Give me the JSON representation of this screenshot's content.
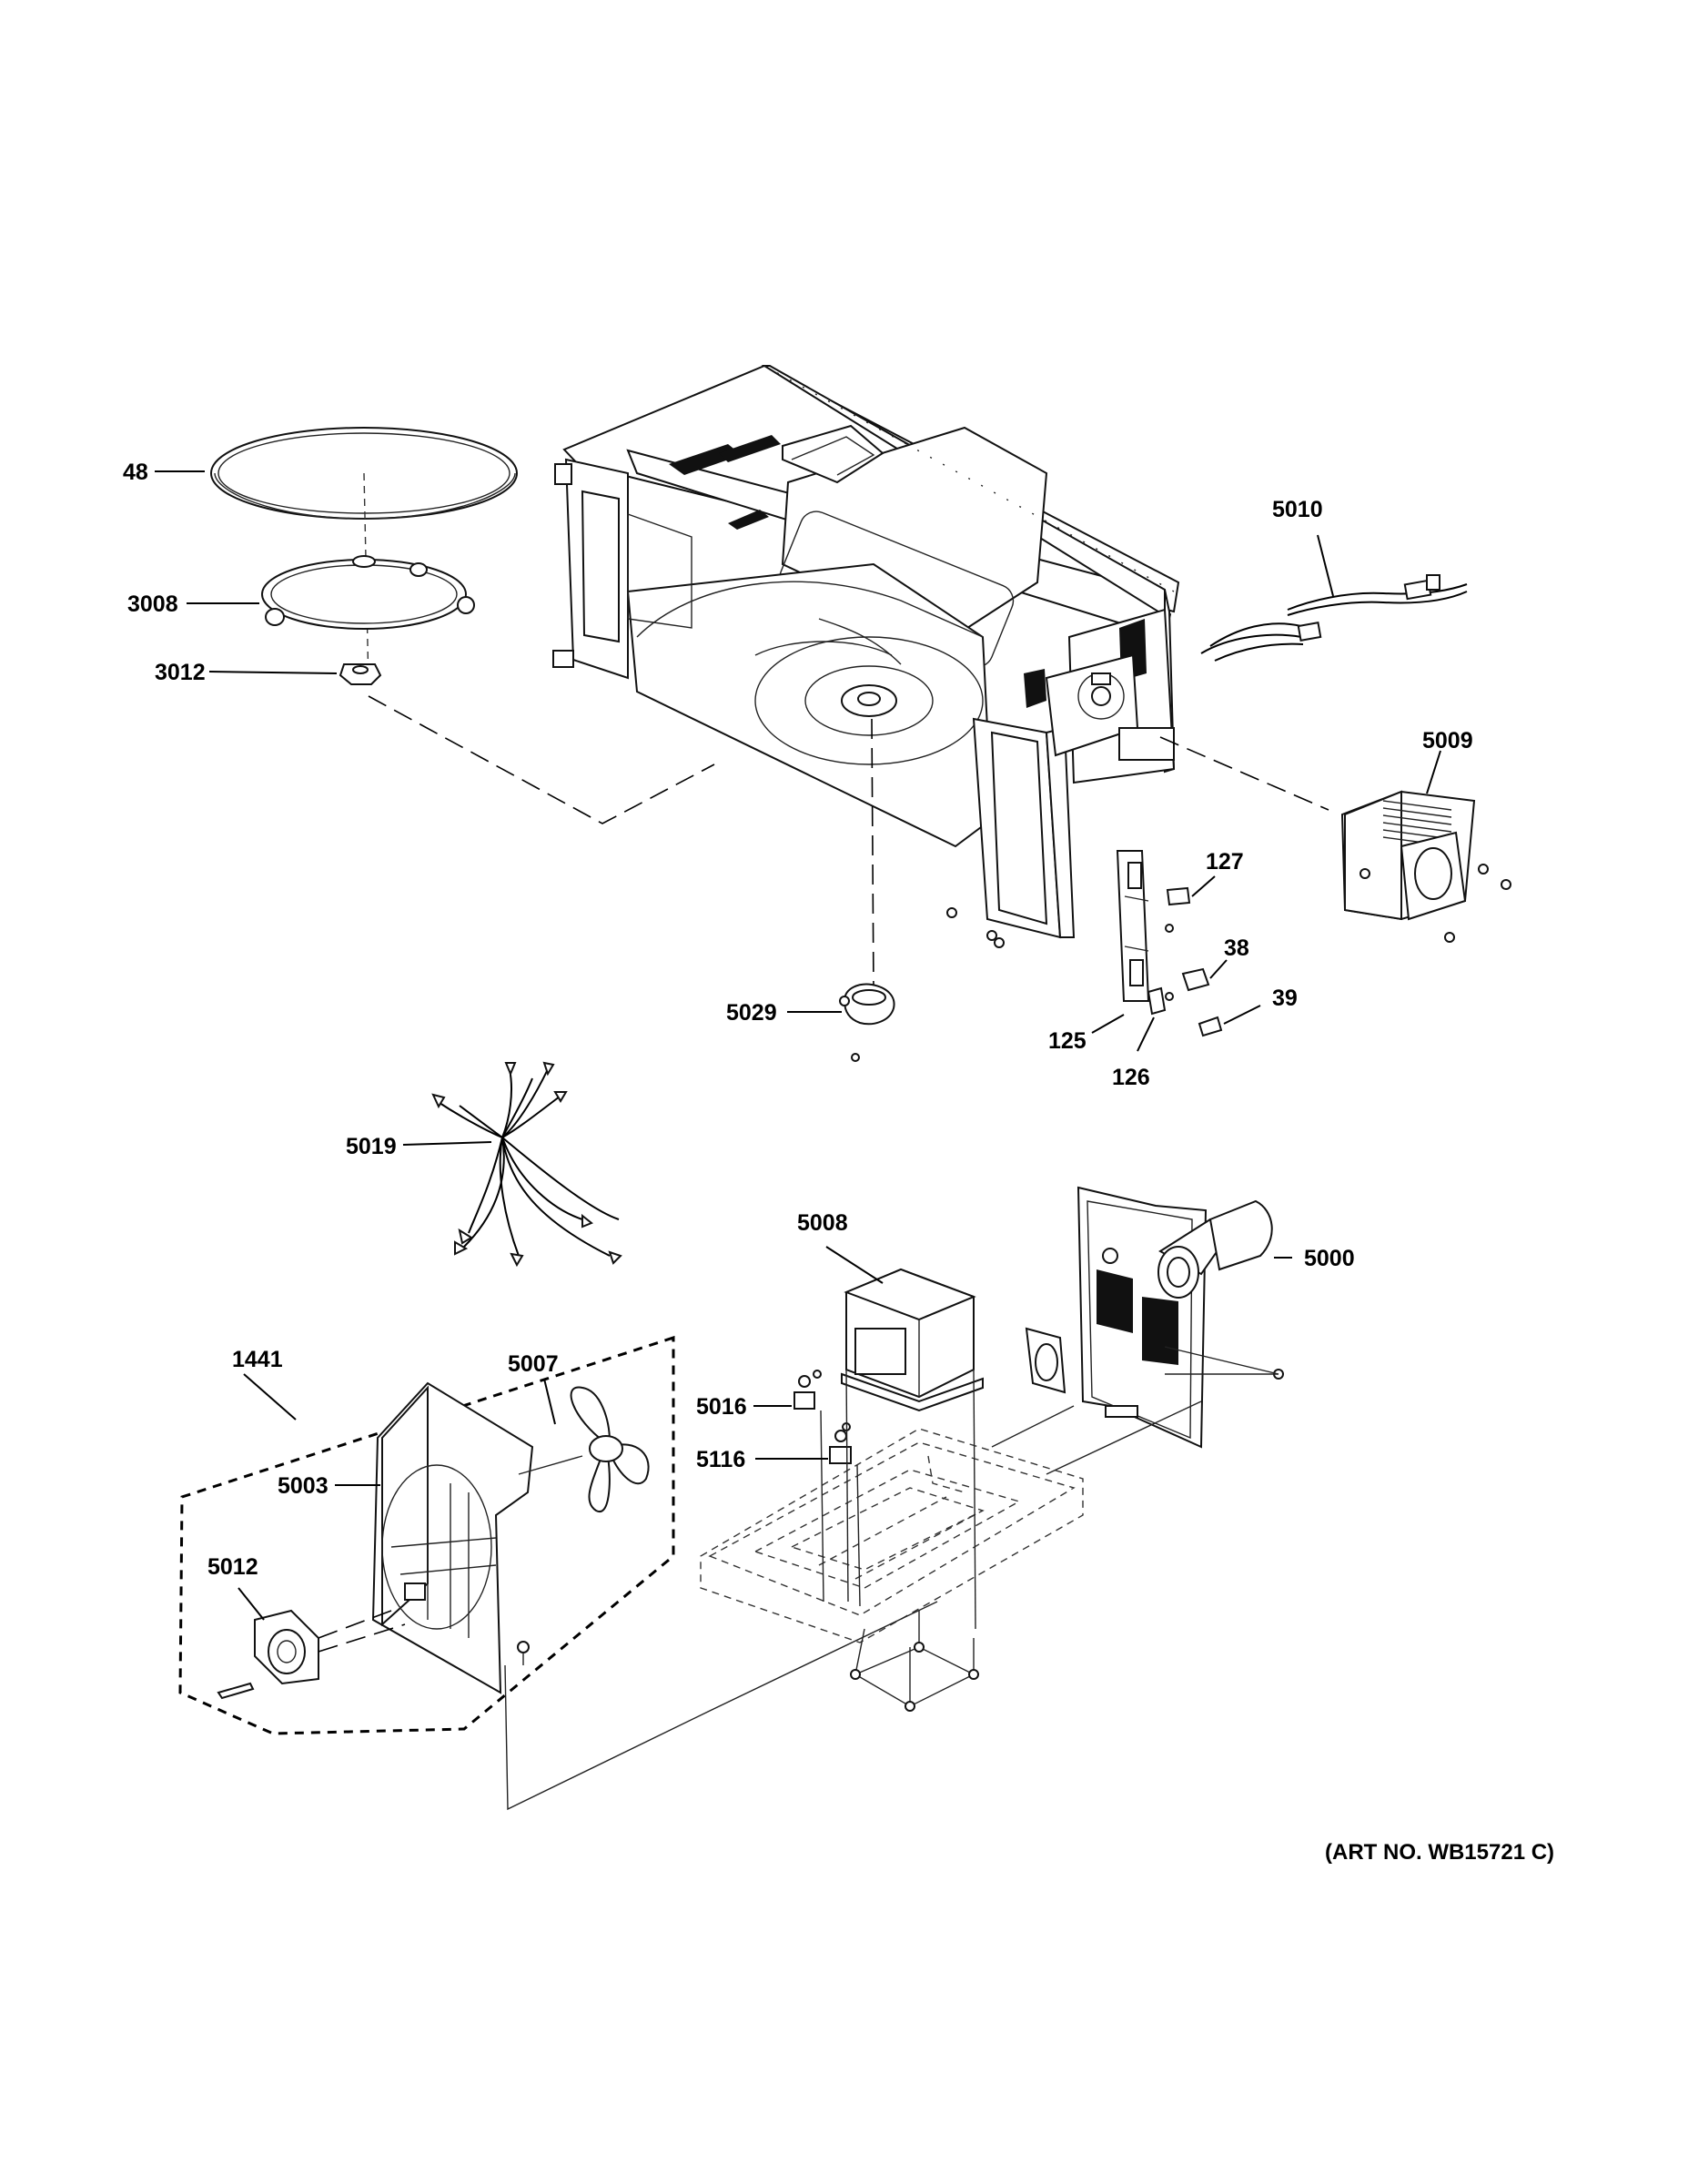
{
  "art_number": "(ART NO. WB15721 C)",
  "callouts": {
    "p48": "48",
    "p3008": "3008",
    "p3012": "3012",
    "p5010": "5010",
    "p5009": "5009",
    "p127": "127",
    "p38": "38",
    "p39": "39",
    "p125": "125",
    "p126": "126",
    "p5029": "5029",
    "p5019": "5019",
    "p5008": "5008",
    "p5000": "5000",
    "p1441": "1441",
    "p5007": "5007",
    "p5016": "5016",
    "p5003": "5003",
    "p5116": "5116",
    "p5012": "5012"
  }
}
